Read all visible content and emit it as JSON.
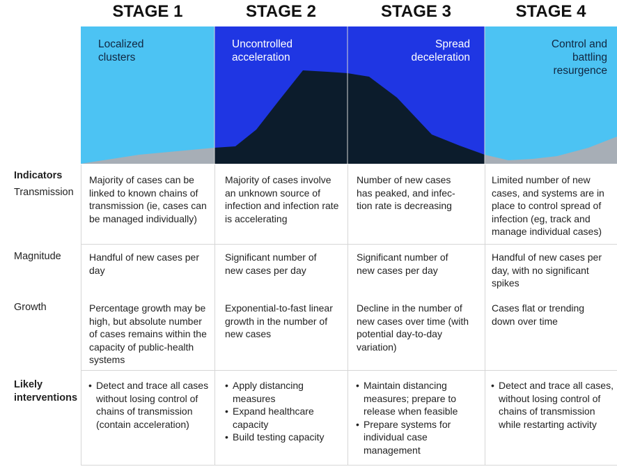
{
  "stages": [
    {
      "title": "STAGE 1",
      "label": "Localized\nclusters"
    },
    {
      "title": "STAGE 2",
      "label": "Uncontrolled\nacceleration"
    },
    {
      "title": "STAGE 3",
      "label": "Spread\ndeceleration"
    },
    {
      "title": "STAGE 4",
      "label": "Control and\nbattling\nresurgence"
    }
  ],
  "colors": {
    "light_blue": "#4cc3f3",
    "deep_blue": "#1f36e3",
    "curve": "#0c1c2c",
    "grey_wedge": "#a7aeb6",
    "divider": "#d6d6d6",
    "panel_text_dark": "#102640",
    "panel_text_light": "#ffffff"
  },
  "rows": {
    "indicators": "Indicators",
    "transmission": "Transmission",
    "magnitude": "Magnitude",
    "growth": "Growth",
    "likely": "Likely",
    "interventions": "interventions"
  },
  "cells": {
    "transmission": [
      "Majority of cases can be linked to known chains of transmission (ie, cases can be managed individually)",
      "Majority of cases involve an unknown source of infection and infection rate is accelerating",
      "Number of new cases has peaked, and infec-tion rate is decreasing",
      "Limited number of new cases, and systems are in place to control spread of infection (eg, track and manage individual cases)"
    ],
    "magnitude": [
      "Handful of new cases per day",
      "Significant number of new cases per day",
      "Significant number of new cases per day",
      "Handful of new cases per day, with no significant spikes"
    ],
    "growth": [
      "Percentage growth may be high, but absolute number of cases remains within the capacity of public-health systems",
      "Exponential-to-fast linear growth in the number of new cases",
      "Decline in the number of new cases over time (with potential day-to-day variation)",
      "Cases flat or trending down over time"
    ]
  },
  "interventions": [
    [
      "Detect and trace all cases without losing control of chains of transmission (contain acceleration)"
    ],
    [
      "Apply distancing measures",
      "Expand healthcare capacity",
      "Build testing capacity"
    ],
    [
      "Maintain distancing measures; prepare to release when feasible",
      "Prepare systems for individual case management"
    ],
    [
      "Detect and trace all cases, without losing control of chains of transmission while restarting activity"
    ]
  ]
}
